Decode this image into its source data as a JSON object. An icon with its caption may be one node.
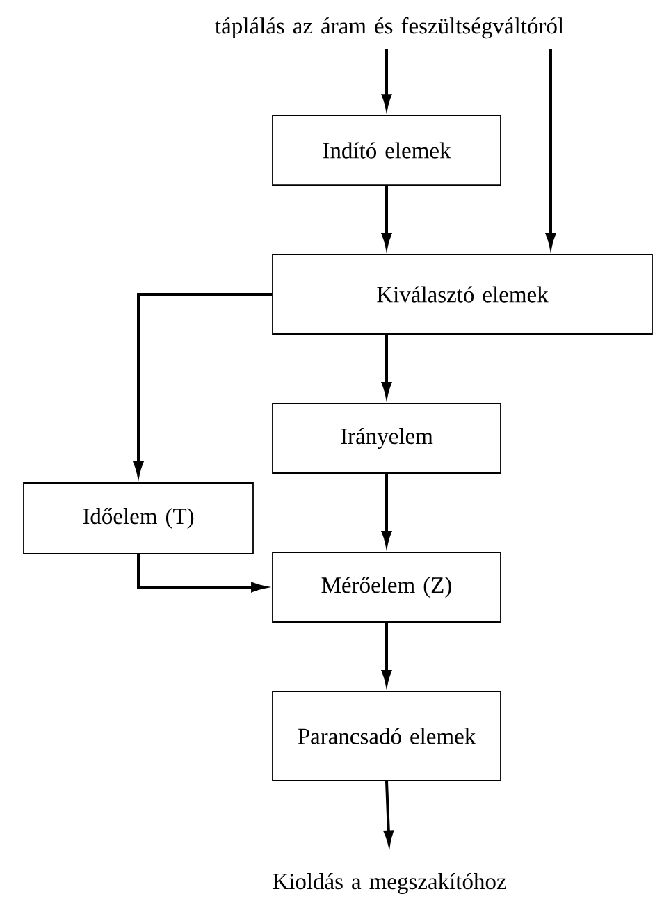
{
  "diagram": {
    "nodes": [
      {
        "text": [
          "táplálás az áram és feszültségváltóról"
        ]
      },
      {
        "text": [
          "Indító elemek"
        ]
      },
      {
        "text": [
          "Kiválasztó elemek"
        ]
      },
      {
        "text": [
          "Irányelem"
        ]
      },
      {
        "text": [
          "Időelem (T)"
        ]
      },
      {
        "text": [
          "Mérőelem (Z)"
        ]
      },
      {
        "text": [
          "Parancsadó elemek"
        ]
      },
      {
        "text": [
          "Kioldás a megszakítóhoz"
        ]
      }
    ],
    "edges": [
      {
        "from": 0,
        "to": 1,
        "arrow": "to"
      },
      {
        "from": 0,
        "to": 2,
        "arrow": "to"
      },
      {
        "from": 1,
        "to": 2,
        "arrow": "to"
      },
      {
        "from": 2,
        "to": 3,
        "arrow": "to"
      },
      {
        "from": 2,
        "to": 4,
        "arrow": "to"
      },
      {
        "from": 3,
        "to": 5,
        "arrow": "to"
      },
      {
        "from": 4,
        "to": 5,
        "arrow": "to"
      },
      {
        "from": 5,
        "to": 6,
        "arrow": "to"
      },
      {
        "from": 6,
        "to": 7,
        "arrow": "to"
      }
    ]
  }
}
